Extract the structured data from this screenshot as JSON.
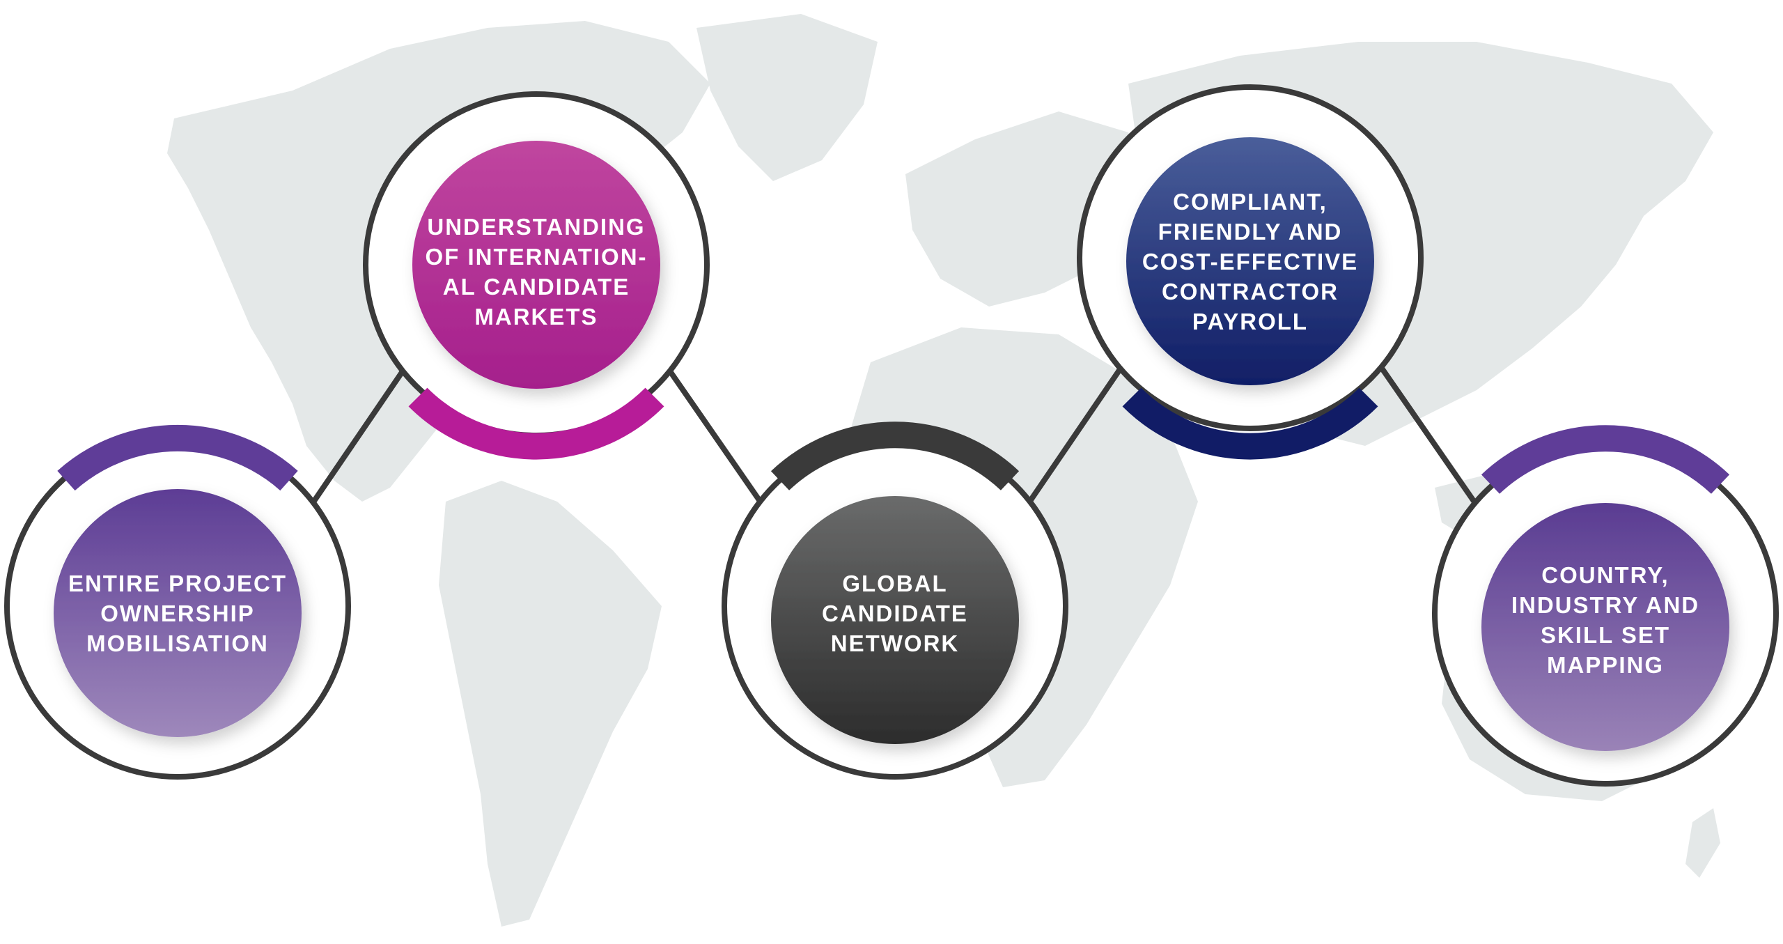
{
  "diagram": {
    "nodes": [
      {
        "id": "entire-project",
        "label": "ENTIRE PROJECT\nOWNERSHIP\nMOBILISATION",
        "color_top": "#5d3d95",
        "color_bottom": "#9e88bb",
        "arc_color": "#5f3d98"
      },
      {
        "id": "understanding",
        "label": "UNDERSTANDING\nOF INTERNATION-\nAL CANDIDATE\nMARKETS",
        "color_top": "#c0469f",
        "color_bottom": "#a51f8c",
        "arc_color": "#b71c98"
      },
      {
        "id": "global-network",
        "label": "GLOBAL\nCANDIDATE\nNETWORK",
        "color_top": "#6a6b6b",
        "color_bottom": "#2c2c2c",
        "arc_color": "#3a3a3a"
      },
      {
        "id": "compliant",
        "label": "COMPLIANT,\nFRIENDLY AND\nCOST-EFFECTIVE\nCONTRACTOR\nPAYROLL",
        "color_top": "#4a5e9a",
        "color_bottom": "#101e66",
        "arc_color": "#111c66"
      },
      {
        "id": "country-mapping",
        "label": "COUNTRY,\nINDUSTRY AND\nSKILL SET\nMAPPING",
        "color_top": "#5a3c92",
        "color_bottom": "#9a83b7",
        "arc_color": "#5f3d98"
      }
    ],
    "map_color": "#e4e8e8",
    "ring_color": "#3a3a3a"
  }
}
